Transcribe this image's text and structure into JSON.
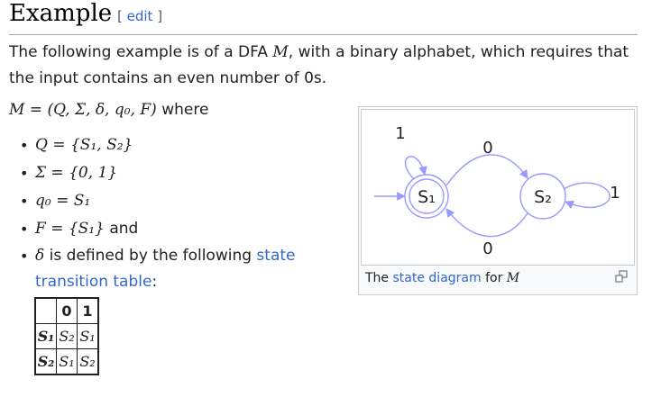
{
  "heading": {
    "title": "Example",
    "edit_open": "[ ",
    "edit_label": "edit",
    "edit_close": " ]"
  },
  "intro": {
    "before": "The following example is of a DFA ",
    "var": "M",
    "after": ", with a binary alphabet, which requires that the input contains an even number of 0s."
  },
  "definition": {
    "math": "M = (Q, Σ, δ, q₀, F)",
    "suffix": " where"
  },
  "bullets": [
    {
      "math": "Q = {S₁, S₂}",
      "text": ""
    },
    {
      "math": "Σ = {0, 1}",
      "text": ""
    },
    {
      "math": "q₀ = S₁",
      "text": ""
    },
    {
      "math": "F = {S₁}",
      "text": " and"
    }
  ],
  "delta_item": {
    "math": "δ",
    "text": " is defined by the following ",
    "link": "state transition table",
    "end": ":"
  },
  "table": {
    "headers": [
      "",
      "0",
      "1"
    ],
    "rows": [
      [
        "S₁",
        "S₂",
        "S₁"
      ],
      [
        "S₂",
        "S₁",
        "S₂"
      ]
    ]
  },
  "figure": {
    "states": [
      "S₁",
      "S₂"
    ],
    "edge_labels": {
      "s1_loop": "1",
      "s1_to_s2": "0",
      "s2_to_s1": "0",
      "s2_loop": "1"
    },
    "caption_before": "The ",
    "caption_link": "state diagram",
    "caption_middle": " for ",
    "caption_var": "M",
    "edge_color": "#9999ff"
  }
}
